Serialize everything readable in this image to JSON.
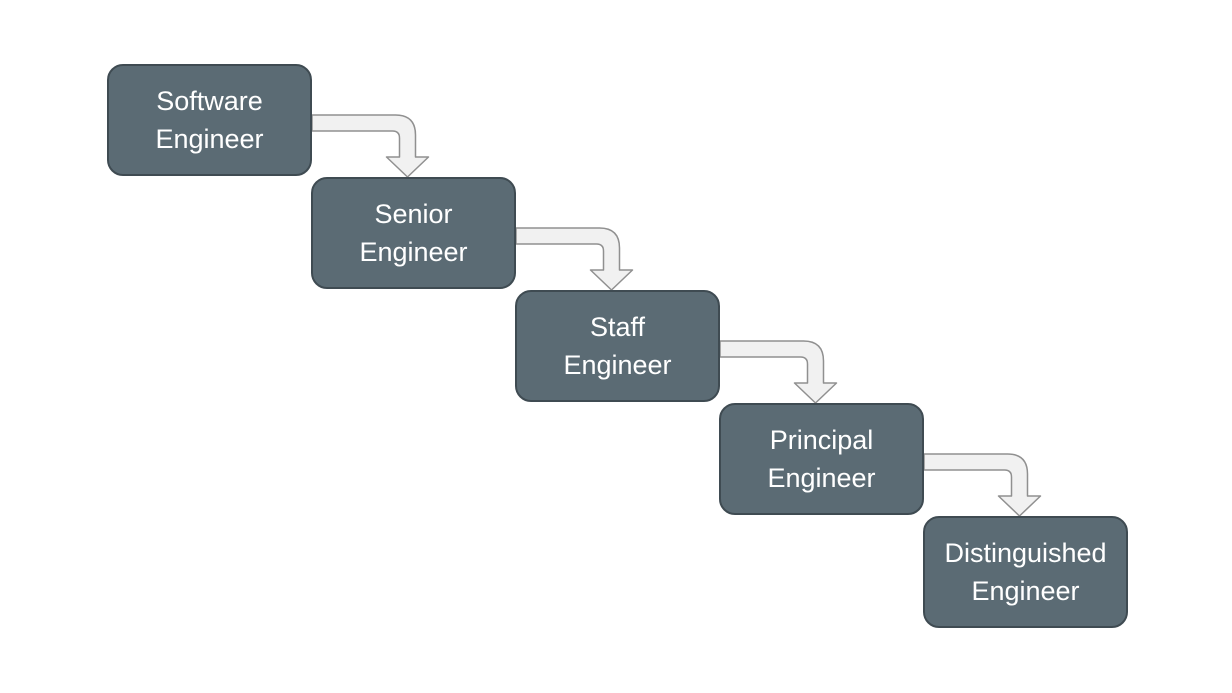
{
  "diagram": {
    "type": "flowchart",
    "description": "Engineering career ladder staircase diagram",
    "background": "#ffffff",
    "node_style": {
      "fill": "#5b6b74",
      "border": "#3f4b52",
      "text_color": "#ffffff"
    },
    "arrow_style": {
      "fill": "#f1f1f1",
      "border": "#909090"
    },
    "nodes": [
      {
        "id": "software-engineer",
        "label": "Software Engineer",
        "lines": [
          "Software",
          "Engineer"
        ]
      },
      {
        "id": "senior-engineer",
        "label": "Senior Engineer",
        "lines": [
          "Senior",
          "Engineer"
        ]
      },
      {
        "id": "staff-engineer",
        "label": "Staff Engineer",
        "lines": [
          "Staff",
          "Engineer"
        ]
      },
      {
        "id": "principal-engineer",
        "label": "Principal Engineer",
        "lines": [
          "Principal",
          "Engineer"
        ]
      },
      {
        "id": "distinguished-engineer",
        "label": "Distinguished Engineer",
        "lines": [
          "Distinguished",
          "Engineer"
        ]
      }
    ],
    "edges": [
      {
        "from": "software-engineer",
        "to": "senior-engineer"
      },
      {
        "from": "senior-engineer",
        "to": "staff-engineer"
      },
      {
        "from": "staff-engineer",
        "to": "principal-engineer"
      },
      {
        "from": "principal-engineer",
        "to": "distinguished-engineer"
      }
    ]
  }
}
